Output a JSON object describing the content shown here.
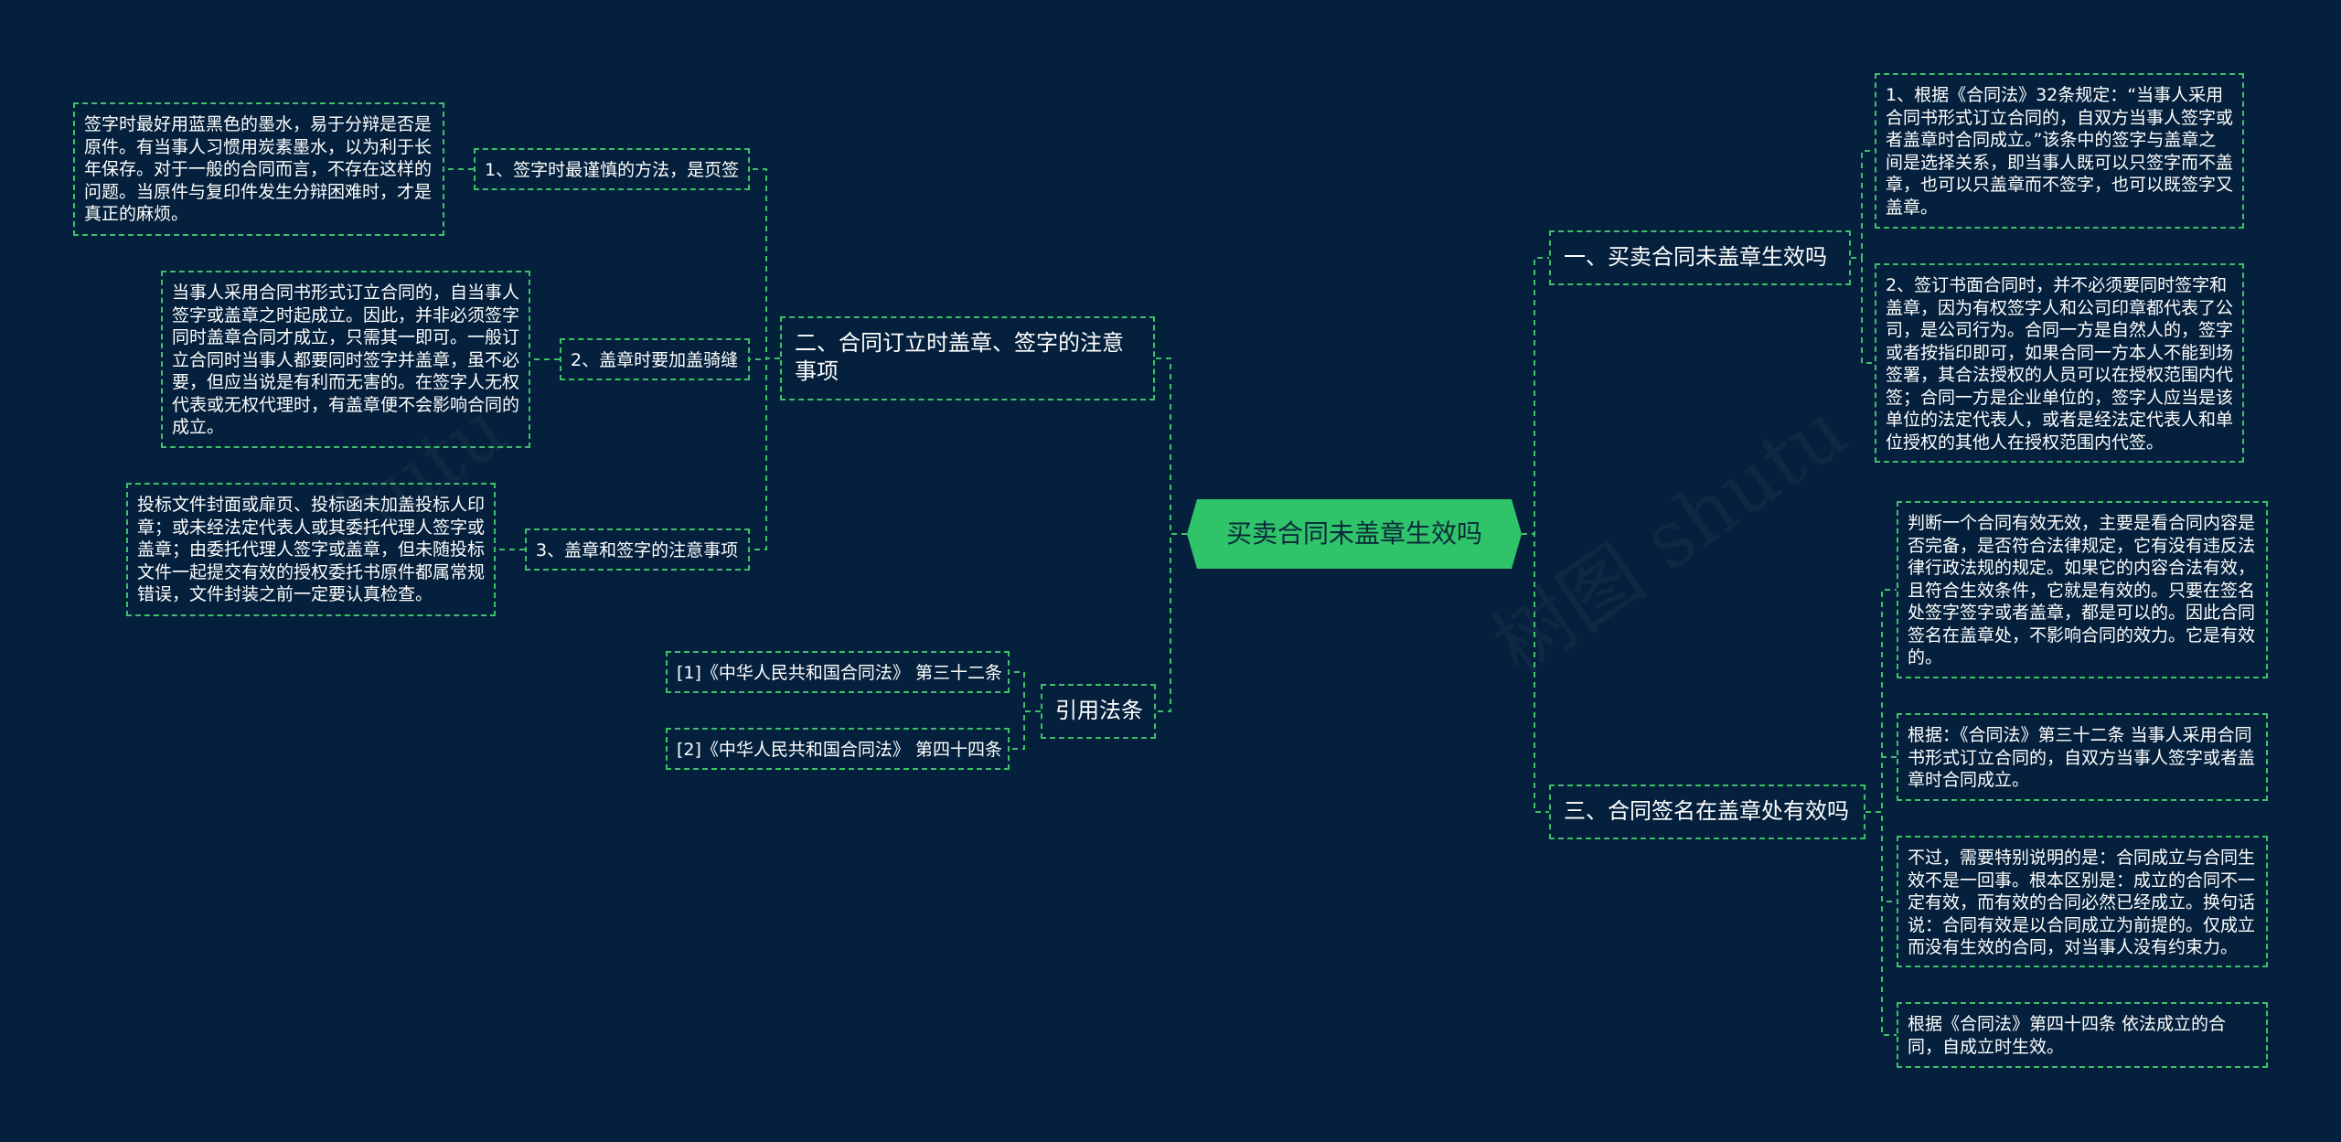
{
  "watermarks": [
    "shutu",
    "树图 shutu"
  ],
  "root": {
    "label": "买卖合同未盖章生效吗"
  },
  "branches": {
    "b1": {
      "label": "一、买卖合同未盖章生效吗",
      "texts": [
        "1、根据《合同法》32条规定：“当事人采用合同书形式订立合同的，自双方当事人签字或者盖章时合同成立。”该条中的签字与盖章之间是选择关系，即当事人既可以只签字而不盖章，也可以只盖章而不签字，也可以既签字又盖章。",
        "2、签订书面合同时，并不必须要同时签字和盖章，因为有权签字人和公司印章都代表了公司，是公司行为。合同一方是自然人的，签字或者按指印即可，如果合同一方本人不能到场签署，其合法授权的人员可以在授权范围内代签；合同一方是企业单位的，签字人应当是该单位的法定代表人，或者是经法定代表人和单位授权的其他人在授权范围内代签。"
      ]
    },
    "b2": {
      "label": "二、合同订立时盖章、签字的注意事项",
      "subs": [
        {
          "label": "1、签字时最谨慎的方法，是页签",
          "text": "签字时最好用蓝黑色的墨水，易于分辩是否是原件。有当事人习惯用炭素墨水，以为利于长年保存。对于一般的合同而言，不存在这样的问题。当原件与复印件发生分辩困难时，才是真正的麻烦。"
        },
        {
          "label": "2、盖章时要加盖骑缝",
          "text": "当事人采用合同书形式订立合同的，自当事人签字或盖章之时起成立。因此，并非必须签字同时盖章合同才成立，只需其一即可。一般订立合同时当事人都要同时签字并盖章，虽不必要，但应当说是有利而无害的。在签字人无权代表或无权代理时，有盖章便不会影响合同的成立。"
        },
        {
          "label": "3、盖章和签字的注意事项",
          "text": "投标文件封面或扉页、投标函未加盖投标人印章；或未经法定代表人或其委托代理人签字或盖章；由委托代理人签字或盖章，但未随投标文件一起提交有效的授权委托书原件都属常规错误，文件封装之前一定要认真检查。"
        }
      ]
    },
    "b3": {
      "label": "三、合同签名在盖章处有效吗",
      "texts": [
        "判断一个合同有效无效，主要是看合同内容是否完备，是否符合法律规定，它有没有违反法律行政法规的规定。如果它的内容合法有效，且符合生效条件，它就是有效的。只要在签名处签字签字或者盖章，都是可以的。因此合同签名在盖章处，不影响合同的效力。它是有效的。",
        "根据：《合同法》第三十二条 当事人采用合同书形式订立合同的，自双方当事人签字或者盖章时合同成立。",
        "不过，需要特别说明的是：合同成立与合同生效不是一回事。根本区别是：成立的合同不一定有效，而有效的合同必然已经成立。换句话说：合同有效是以合同成立为前提的。仅成立而没有生效的合同，对当事人没有约束力。",
        "根据《合同法》第四十四条 依法成立的合同，自成立时生效。"
      ]
    },
    "b4": {
      "label": "引用法条",
      "refs": [
        "[1]《中华人民共和国合同法》 第三十二条",
        "[2]《中华人民共和国合同法》 第四十四条"
      ]
    }
  }
}
